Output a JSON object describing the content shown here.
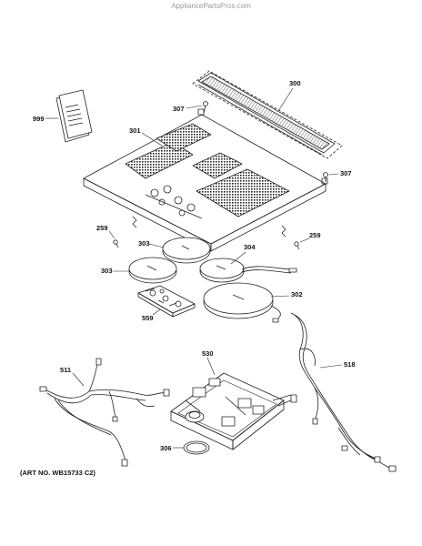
{
  "watermark": "AppliancePartsPros.com",
  "art_number": "(ART NO. WB15733 C2)",
  "callouts": {
    "c300": "300",
    "c307a": "307",
    "c307b": "307",
    "c999": "999",
    "c301": "301",
    "c259a": "259",
    "c259b": "259",
    "c303a": "303",
    "c303b": "303",
    "c304": "304",
    "c302": "302",
    "c559": "559",
    "c511": "511",
    "c530": "530",
    "c518": "518",
    "c306": "306"
  }
}
